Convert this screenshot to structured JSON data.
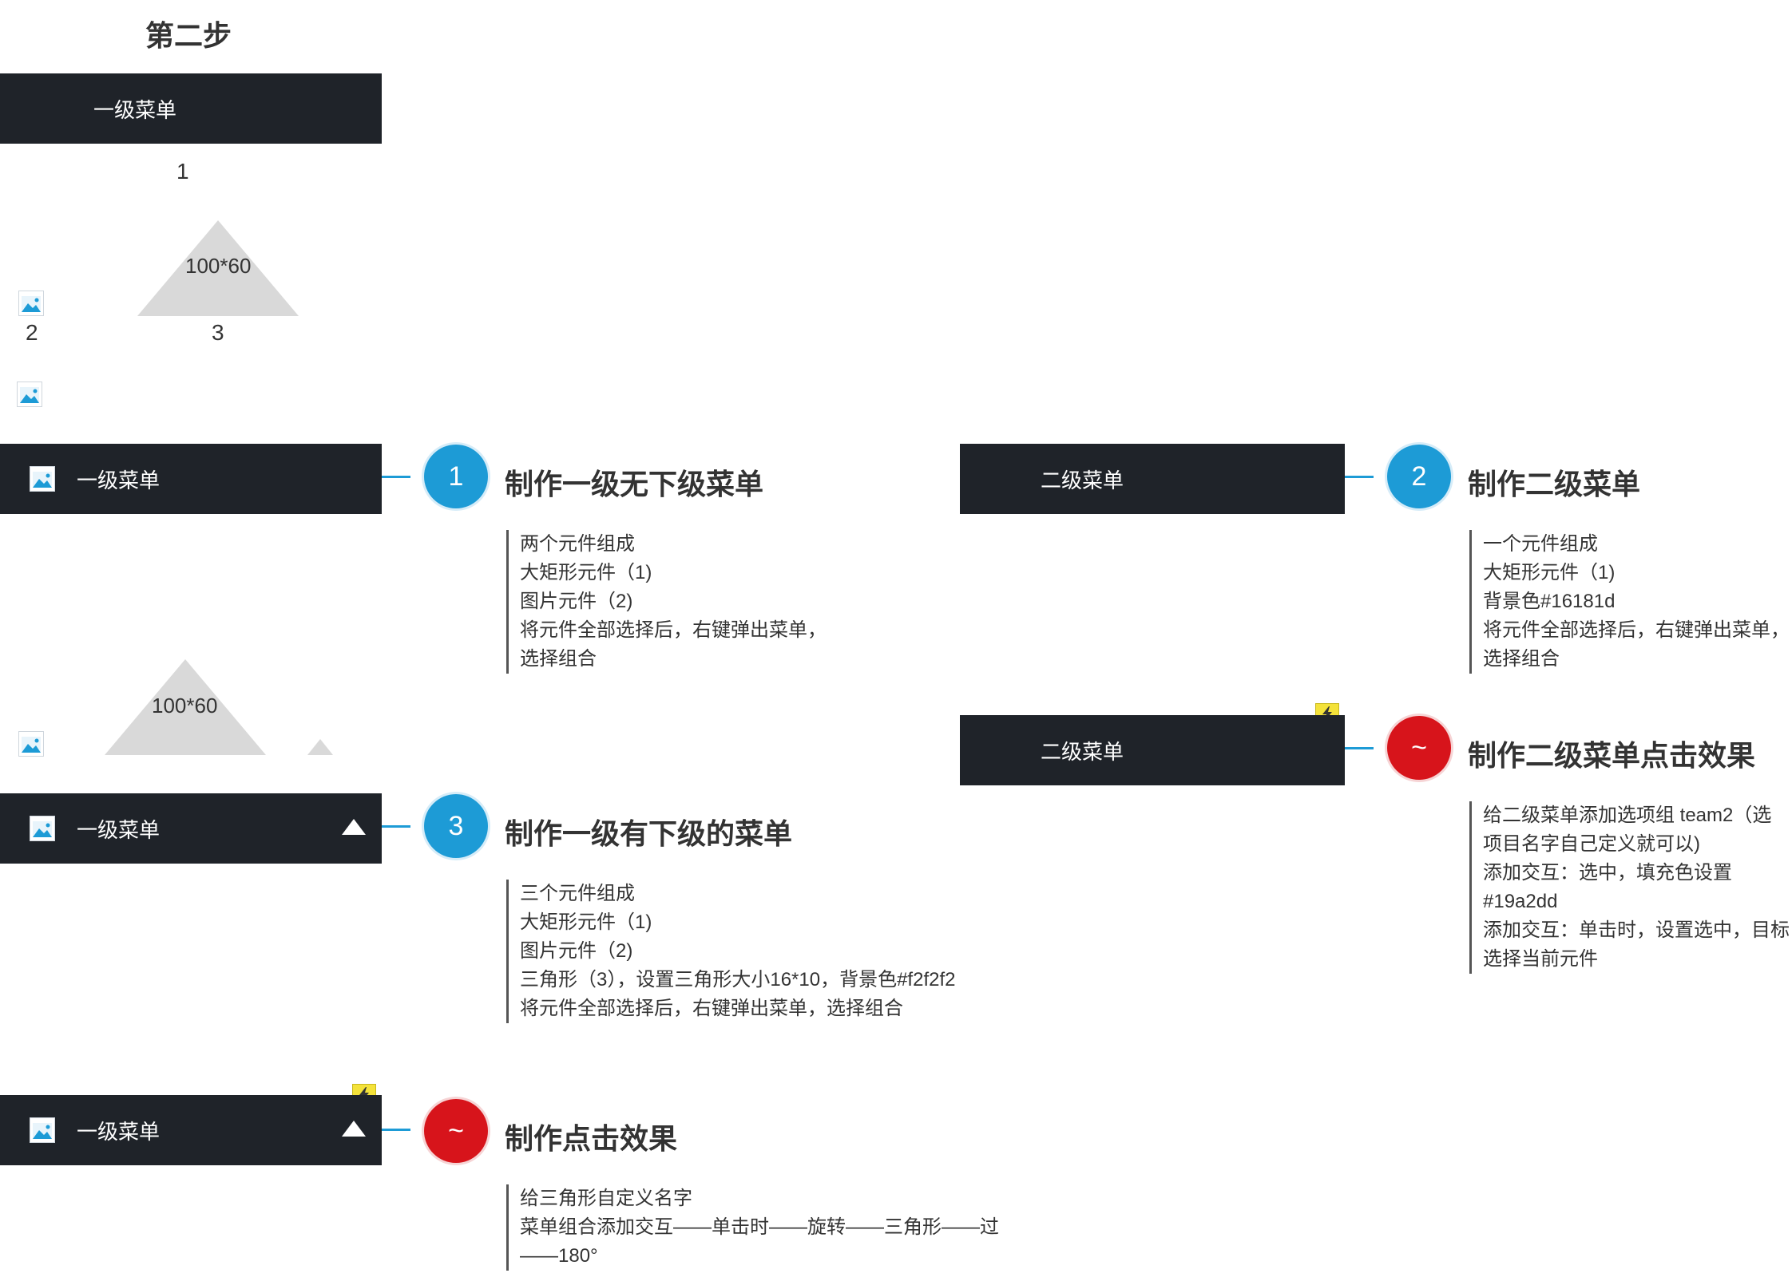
{
  "page_title": "第二步",
  "diagram": {
    "top_bar_label": "一级菜单",
    "labels": {
      "n1": "1",
      "n2": "2",
      "n3": "3"
    },
    "triangle_size_1": "100*60",
    "triangle_size_2": "100*60"
  },
  "steps": [
    {
      "badge": "1",
      "bar_label": "一级菜单",
      "title": "制作一级无下级菜单",
      "notes": [
        "两个元件组成",
        "大矩形元件（1)",
        "图片元件（2)",
        "将元件全部选择后，右键弹出菜单，",
        "选择组合"
      ]
    },
    {
      "badge": "3",
      "bar_label": "一级菜单",
      "title": "制作一级有下级的菜单",
      "notes": [
        "三个元件组成",
        "大矩形元件（1)",
        "图片元件（2)",
        "三角形（3），设置三角形大小16*10，背景色#f2f2f2",
        "将元件全部选择后，右键弹出菜单，选择组合"
      ]
    },
    {
      "badge": "~",
      "bar_label": "一级菜单",
      "title": "制作点击效果",
      "notes": [
        "给三角形自定义名字",
        "菜单组合添加交互——单击时——旋转——三角形——过",
        "——180°"
      ]
    },
    {
      "badge": "2",
      "bar_label": "二级菜单",
      "title": "制作二级菜单",
      "notes": [
        "一个元件组成",
        "大矩形元件（1)",
        "背景色#16181d",
        "将元件全部选择后，右键弹出菜单，",
        "选择组合"
      ]
    },
    {
      "badge": "~",
      "bar_label": "二级菜单",
      "title": "制作二级菜单点击效果",
      "notes": [
        "给二级菜单添加选项组 team2（选",
        "项目名字自己定义就可以)",
        "添加交互：选中，填充色设置",
        "#19a2dd",
        "添加交互：单击时，设置选中，目标",
        "选择当前元件"
      ]
    }
  ],
  "colors": {
    "bar": "#1f2329",
    "accent_blue": "#1d9bd6",
    "accent_red": "#d7141b",
    "triangle_fill": "#d9d9d9",
    "bolt": "#f4e23a"
  },
  "icons": [
    "image-icon",
    "lightning-icon",
    "triangle-up-icon"
  ]
}
